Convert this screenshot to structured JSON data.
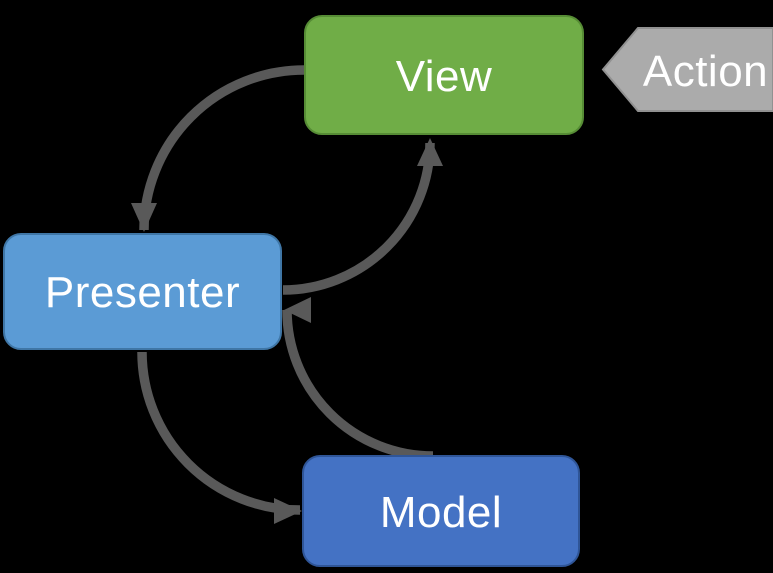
{
  "diagram": {
    "type": "flow",
    "pattern": "Model-View-Presenter",
    "nodes": [
      {
        "id": "view",
        "label": "View"
      },
      {
        "id": "presenter",
        "label": "Presenter"
      },
      {
        "id": "model",
        "label": "Model"
      }
    ],
    "action_tag": {
      "label": "Action",
      "shape": "left-pointing-chevron",
      "points_to": "view"
    },
    "edges": [
      {
        "from": "view",
        "to": "presenter"
      },
      {
        "from": "presenter",
        "to": "view"
      },
      {
        "from": "presenter",
        "to": "model"
      },
      {
        "from": "model",
        "to": "presenter"
      }
    ]
  },
  "colors": {
    "background": "#000000",
    "view-fill": "#70AD47",
    "view-border": "#568C35",
    "presenter-fill": "#5B9BD5",
    "presenter-border": "#3F76A6",
    "model-fill": "#4472C4",
    "model-border": "#2F5597",
    "action-fill": "#ABABAB",
    "action-border": "#919191",
    "arrow": "#595959",
    "label-text": "#FFFFFF"
  }
}
